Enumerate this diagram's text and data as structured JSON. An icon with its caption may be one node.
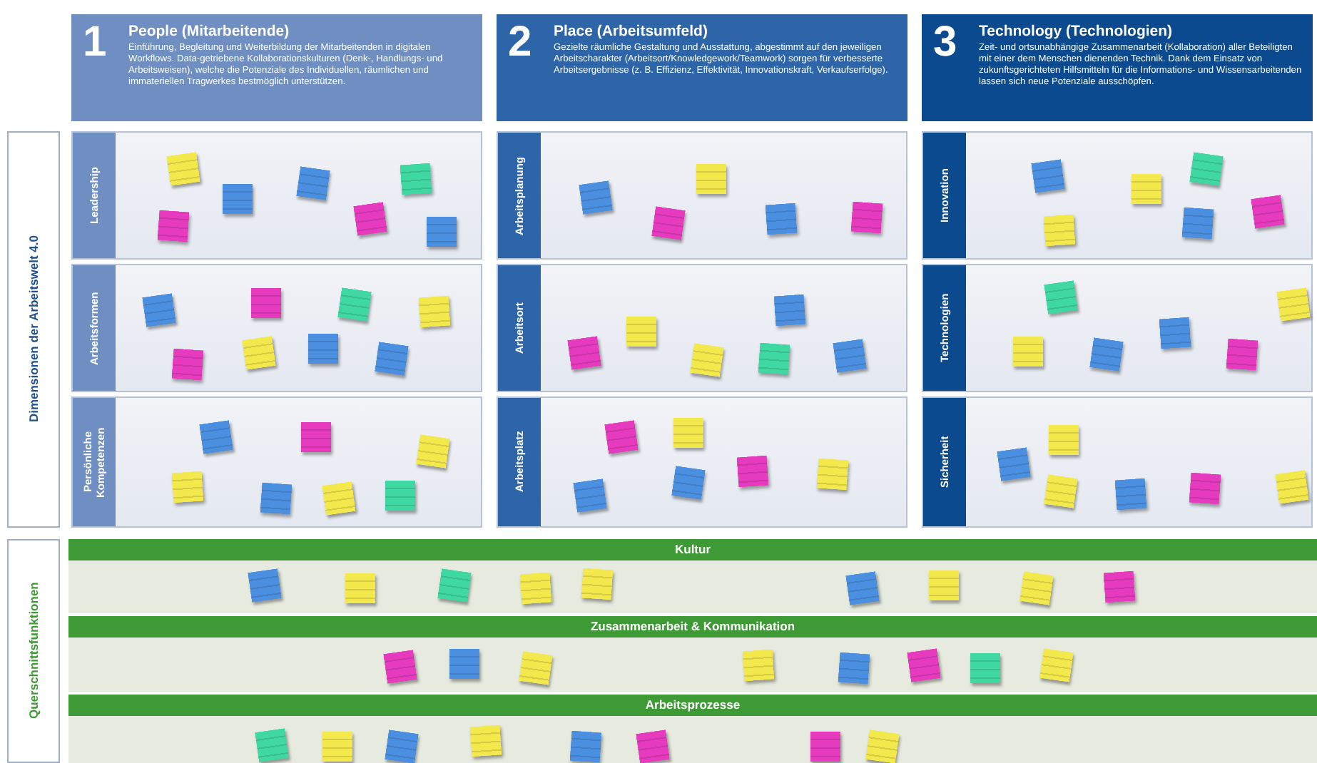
{
  "diagram": {
    "nodes": [
      {
        "text": [
          "1",
          "People (Mitarbeitende)",
          "Einführung, Begleitung und Weiterbildung der Mitarbeitenden in digitalen Workflows. Data-getriebene Kollaborationskulturen (Denk-, Handlungs- und Arbeitsweisen), welche die Potenziale des Individuellen, räumlichen und immateriellen Tragwerkes bestmöglich unterstützen."
        ]
      },
      {
        "text": [
          "2",
          "Place (Arbeitsumfeld)",
          "Gezielte räumliche Gestaltung und Ausstattung, abgestimmt auf den jeweiligen Arbeitscharakter (Arbeitsort/Knowledgework/Teamwork) sorgen für verbesserte Arbeitsergebnisse (z. B. Effizienz, Effektivität, Innovationskraft, Verkaufserfolge)."
        ]
      },
      {
        "text": [
          "3",
          "Technology (Technologien)",
          "Zeit- und ortsunabhängige Zusammenarbeit (Kollaboration) aller Beteiligten mit einer dem Menschen dienenden Technik. Dank dem Einsatz von zukunftsgerichteten Hilfsmitteln für die Informations- und Wissensarbeitenden lassen sich neue Potenziale ausschöpfen."
        ]
      },
      {
        "text": [
          "Dimensionen der Arbeitswelt 4.0"
        ]
      },
      {
        "text": [
          "Leadership"
        ]
      },
      {
        "text": [
          "Arbeitsplanung"
        ]
      },
      {
        "text": [
          "Innovation"
        ]
      },
      {
        "text": [
          "Arbeitsformen"
        ]
      },
      {
        "text": [
          "Arbeitsort"
        ]
      },
      {
        "text": [
          "Technologien"
        ]
      },
      {
        "text": [
          "Persönliche Kompetenzen"
        ]
      },
      {
        "text": [
          "Arbeitsplatz"
        ]
      },
      {
        "text": [
          "Sicherheit"
        ]
      },
      {
        "text": [
          "Querschnittsfunktionen"
        ]
      },
      {
        "text": [
          "Kultur"
        ]
      },
      {
        "text": [
          "Zusammenarbeit & Kommunikation"
        ]
      },
      {
        "text": [
          "Arbeitsprozesse"
        ]
      }
    ],
    "edges": []
  }
}
